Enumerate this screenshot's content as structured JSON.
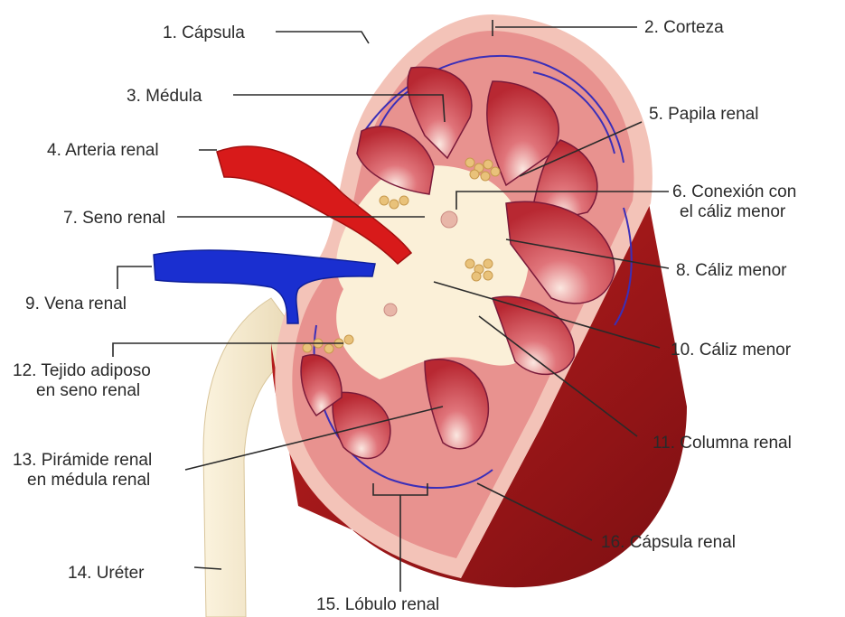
{
  "diagram": {
    "labels": {
      "l1": "1. Cápsula",
      "l2": "2. Corteza",
      "l3": "3. Médula",
      "l4": "4. Arteria renal",
      "l5": "5. Papila renal",
      "l6a": "6. Conexión con",
      "l6b": "el cáliz menor",
      "l7": "7. Seno renal",
      "l8": "8. Cáliz menor",
      "l9": "9. Vena renal",
      "l10": "10. Cáliz menor",
      "l11": "11. Columna renal",
      "l12a": "12. Tejido adiposo",
      "l12b": "en seno renal",
      "l13a": "13. Pirámide renal",
      "l13b": "en médula renal",
      "l14": "14. Uréter",
      "l15": "15. Lóbulo renal",
      "l16": "16. Cápsula renal"
    },
    "colors": {
      "cortex": "#e8928f",
      "capsule": "#f3c3b8",
      "pyramid": "#c8333a",
      "artery": "#d81a1a",
      "vein": "#1a2fd0",
      "sinus": "#fbf0d8",
      "fat": "#e9c27a",
      "outer": "#9e1616",
      "ureter": "#f5e8c8"
    }
  }
}
